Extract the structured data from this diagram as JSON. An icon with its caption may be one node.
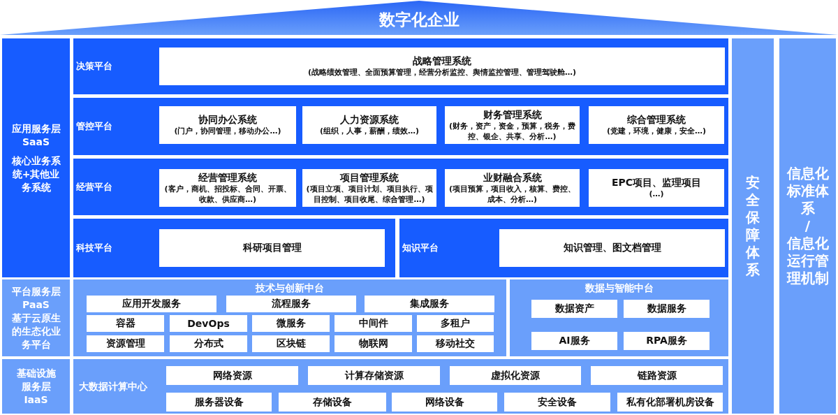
{
  "diagram": {
    "title": "数字化企业",
    "nodes": [
      {
        "text": [
          "应用服务层 SaaS",
          "核心业务系统+其他业务系统"
        ]
      },
      {
        "text": [
          "决策平台"
        ]
      },
      {
        "text": [
          "战略管理系统",
          "(战略绩效管理、全面预算管理，经营分析监控、舆情监控管理、管理驾驶舱…)"
        ],
        "in": 1
      },
      {
        "text": [
          "管控平台"
        ]
      },
      {
        "text": [
          "协同办公系统",
          "(门户，协同管理，移动办公…)"
        ],
        "in": 3
      },
      {
        "text": [
          "人力资源系统",
          "(组织，人事，薪酬，绩效…)"
        ],
        "in": 3
      },
      {
        "text": [
          "财务管理系统",
          "(财务，资产，资金，预算，税务，费控、银企、共享、分析…)"
        ],
        "in": 3
      },
      {
        "text": [
          "综合管理系统",
          "(党建，环境，健康，安全…)"
        ],
        "in": 3
      },
      {
        "text": [
          "经营平台"
        ]
      },
      {
        "text": [
          "经营管理系统",
          "(客户，商机、招投标、合同、开票、收款、供应商…)"
        ],
        "in": 8
      },
      {
        "text": [
          "项目管理系统",
          "(项目立项、项目计划、项目执行、项目控制、项目收尾、综合管理…)"
        ],
        "in": 8
      },
      {
        "text": [
          "业财融合系统",
          "(项目预算，项目收入，核算、费控、成本、分析…)"
        ],
        "in": 8
      },
      {
        "text": [
          "EPC项目、监理项目",
          "(…)"
        ],
        "in": 8
      },
      {
        "text": [
          "科技平台"
        ]
      },
      {
        "text": [
          "科研项目管理"
        ],
        "in": 13
      },
      {
        "text": [
          "知识平台"
        ]
      },
      {
        "text": [
          "知识管理、图文档管理"
        ],
        "in": 15
      },
      {
        "text": [
          "平台服务层 PaaS",
          "基于云原生的生态化业务平台"
        ]
      },
      {
        "text": [
          "技术与创新中台"
        ]
      },
      {
        "text": [
          "应用开发服务"
        ],
        "in": 18
      },
      {
        "text": [
          "流程服务"
        ],
        "in": 18
      },
      {
        "text": [
          "集成服务"
        ],
        "in": 18
      },
      {
        "text": [
          "容器"
        ],
        "in": 18
      },
      {
        "text": [
          "DevOps"
        ],
        "in": 18
      },
      {
        "text": [
          "微服务"
        ],
        "in": 18
      },
      {
        "text": [
          "中间件"
        ],
        "in": 18
      },
      {
        "text": [
          "多租户"
        ],
        "in": 18
      },
      {
        "text": [
          "资源管理"
        ],
        "in": 18
      },
      {
        "text": [
          "分布式"
        ],
        "in": 18
      },
      {
        "text": [
          "区块链"
        ],
        "in": 18
      },
      {
        "text": [
          "物联网"
        ],
        "in": 18
      },
      {
        "text": [
          "移动社交"
        ],
        "in": 18
      },
      {
        "text": [
          "数据与智能中台"
        ]
      },
      {
        "text": [
          "数据资产"
        ],
        "in": 32
      },
      {
        "text": [
          "数据服务"
        ],
        "in": 32
      },
      {
        "text": [
          "AI服务"
        ],
        "in": 32
      },
      {
        "text": [
          "RPA服务"
        ],
        "in": 32
      },
      {
        "text": [
          "基础设施服务层 IaaS"
        ]
      },
      {
        "text": [
          "大数据计算中心"
        ]
      },
      {
        "text": [
          "网络资源"
        ],
        "in": 38
      },
      {
        "text": [
          "计算存储资源"
        ],
        "in": 38
      },
      {
        "text": [
          "虚拟化资源"
        ],
        "in": 38
      },
      {
        "text": [
          "链路资源"
        ],
        "in": 38
      },
      {
        "text": [
          "服务器设备"
        ],
        "in": 38
      },
      {
        "text": [
          "存储设备"
        ],
        "in": 38
      },
      {
        "text": [
          "网络设备"
        ],
        "in": 38
      },
      {
        "text": [
          "安全设备"
        ],
        "in": 38
      },
      {
        "text": [
          "私有化部署机房设备"
        ],
        "in": 38
      },
      {
        "text": [
          "安全保障体系"
        ]
      },
      {
        "text": [
          "信息化标准体系",
          "/",
          "信息化运行管理机制"
        ]
      }
    ]
  }
}
